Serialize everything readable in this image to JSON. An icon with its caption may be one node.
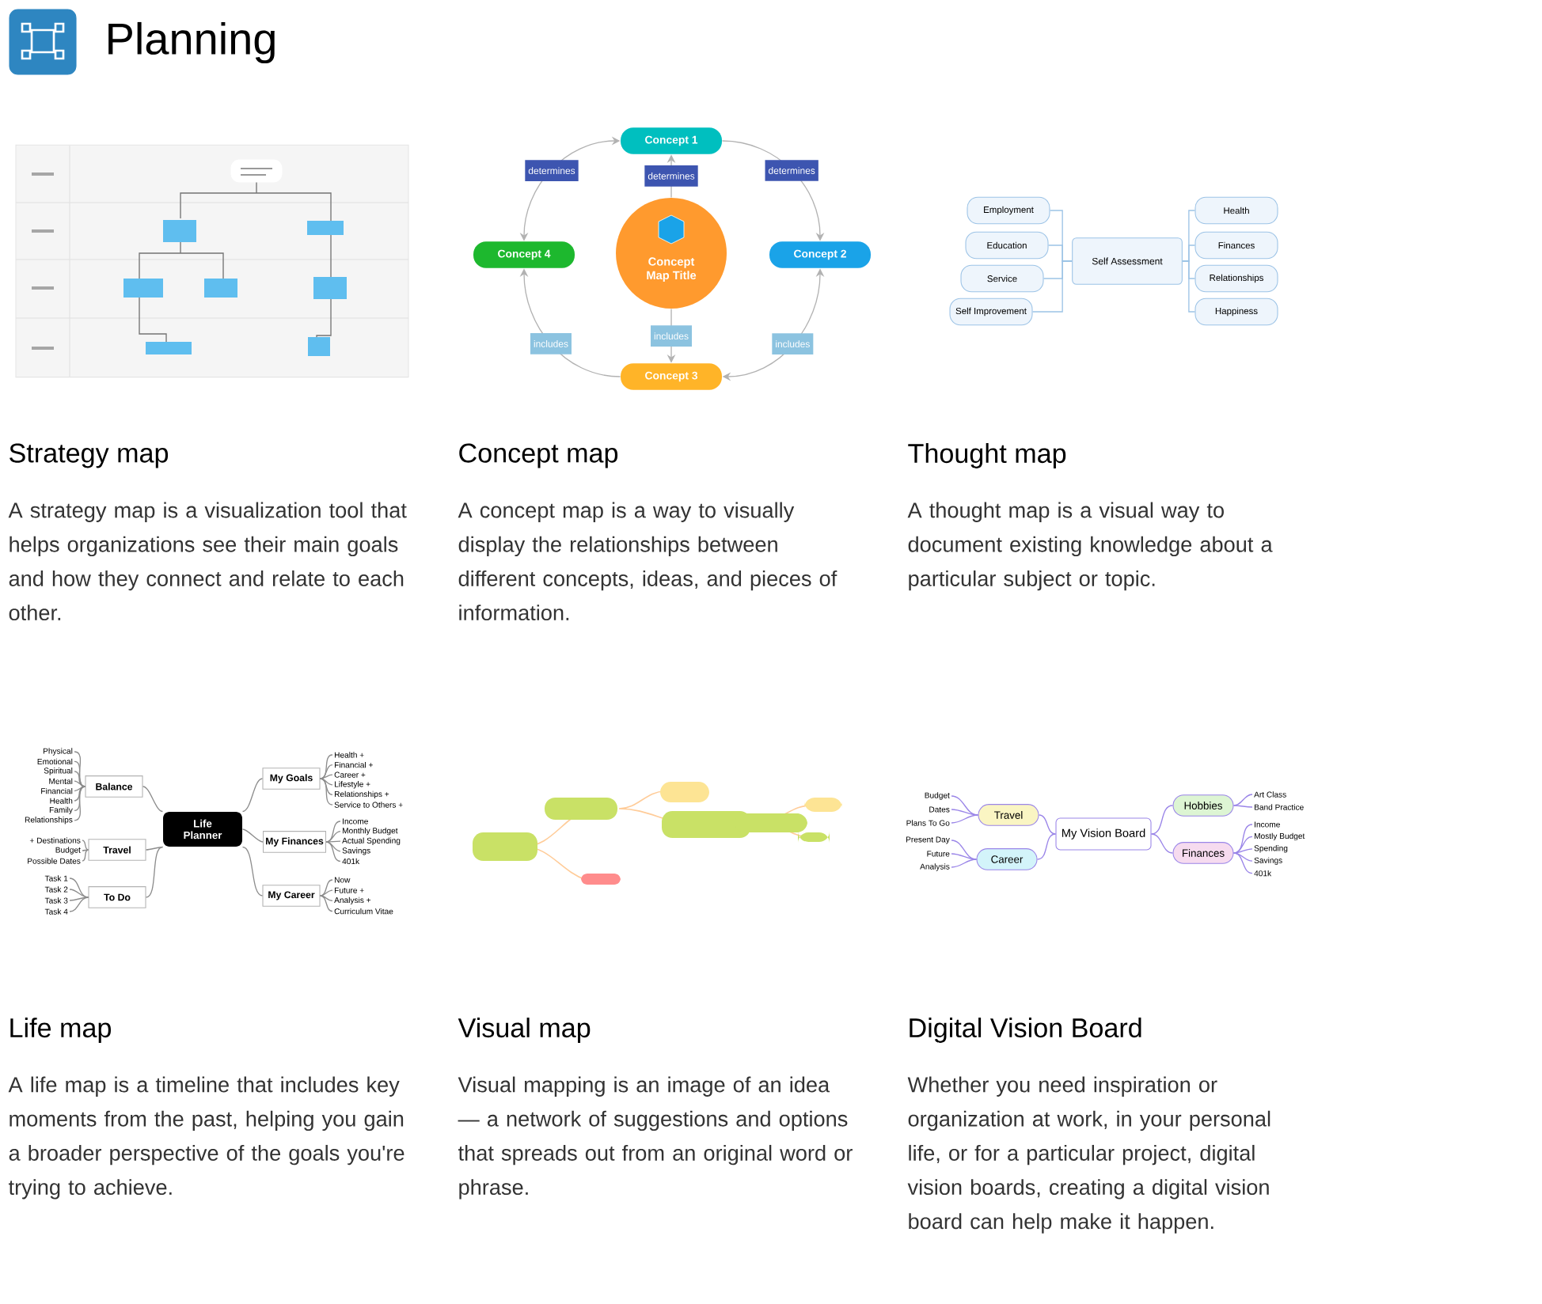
{
  "diagram": {
    "title": "Planning",
    "nodes": [
      {
        "text": [],
        "shape": "picture"
      },
      {
        "text": [
          "Concept 1"
        ]
      },
      {
        "text": [
          "Concept 2"
        ]
      },
      {
        "text": [
          "Concept 3"
        ]
      },
      {
        "text": [
          "Concept 4"
        ]
      },
      {
        "text": [
          "Concept Map Title"
        ]
      },
      {
        "text": [
          "Self Assessment"
        ]
      },
      {
        "text": [
          "Employment"
        ]
      },
      {
        "text": [
          "Education"
        ]
      },
      {
        "text": [
          "Service"
        ]
      },
      {
        "text": [
          "Self Improvement"
        ]
      },
      {
        "text": [
          "Health"
        ]
      },
      {
        "text": [
          "Finances"
        ]
      },
      {
        "text": [
          "Relationships"
        ]
      },
      {
        "text": [
          "Happiness"
        ]
      },
      {
        "text": [
          "Life Planner"
        ]
      },
      {
        "text": [
          "Balance"
        ]
      },
      {
        "text": [
          "Travel"
        ]
      },
      {
        "text": [
          "To Do"
        ]
      },
      {
        "text": [
          "My Goals"
        ]
      },
      {
        "text": [
          "My Finances"
        ]
      },
      {
        "text": [
          "My Career"
        ]
      },
      {
        "text": [
          "Physical"
        ]
      },
      {
        "text": [
          "Emotional"
        ]
      },
      {
        "text": [
          "Spiritual"
        ]
      },
      {
        "text": [
          "Mental"
        ]
      },
      {
        "text": [
          "Financial"
        ]
      },
      {
        "text": [
          "Health"
        ]
      },
      {
        "text": [
          "Family"
        ]
      },
      {
        "text": [
          "Relationships"
        ]
      },
      {
        "text": [
          "+ Destinations"
        ]
      },
      {
        "text": [
          "Budget"
        ]
      },
      {
        "text": [
          "Possible Dates"
        ]
      },
      {
        "text": [
          "Task 1"
        ]
      },
      {
        "text": [
          "Task 2"
        ]
      },
      {
        "text": [
          "Task 3"
        ]
      },
      {
        "text": [
          "Task 4"
        ]
      },
      {
        "text": [
          "Health +"
        ]
      },
      {
        "text": [
          "Financial +"
        ]
      },
      {
        "text": [
          "Career +"
        ]
      },
      {
        "text": [
          "Lifestyle +"
        ]
      },
      {
        "text": [
          "Relationships +"
        ]
      },
      {
        "text": [
          "Service to Others +"
        ]
      },
      {
        "text": [
          "Income"
        ]
      },
      {
        "text": [
          "Monthly Budget"
        ]
      },
      {
        "text": [
          "Actual Spending"
        ]
      },
      {
        "text": [
          "Savings"
        ]
      },
      {
        "text": [
          "401k"
        ]
      },
      {
        "text": [
          "Now"
        ]
      },
      {
        "text": [
          "Future +"
        ]
      },
      {
        "text": [
          "Analysis +"
        ]
      },
      {
        "text": [
          "Curriculum Vitae"
        ]
      },
      {
        "text": [],
        "shape": "picture"
      },
      {
        "text": [
          "My Vision Board"
        ]
      },
      {
        "text": [
          "Travel"
        ]
      },
      {
        "text": [
          "Career"
        ]
      },
      {
        "text": [
          "Hobbies"
        ]
      },
      {
        "text": [
          "Finances"
        ]
      },
      {
        "text": [
          "Budget"
        ]
      },
      {
        "text": [
          "Dates"
        ]
      },
      {
        "text": [
          "Plans To Go"
        ]
      },
      {
        "text": [
          "Present Day"
        ]
      },
      {
        "text": [
          "Future"
        ]
      },
      {
        "text": [
          "Analysis"
        ]
      },
      {
        "text": [
          "Art Class"
        ]
      },
      {
        "text": [
          "Band Practice"
        ]
      },
      {
        "text": [
          "Income"
        ]
      },
      {
        "text": [
          "Mostly Budget"
        ]
      },
      {
        "text": [
          "Spending"
        ]
      },
      {
        "text": [
          "Savings"
        ]
      },
      {
        "text": [
          "401k"
        ]
      }
    ],
    "edges": [
      {
        "from": 1,
        "to": 4,
        "arrow": "both",
        "label": "determines"
      },
      {
        "from": 1,
        "to": 2,
        "arrow": "to",
        "label": "determines"
      },
      {
        "from": 5,
        "to": 1,
        "arrow": "to",
        "label": "determines"
      },
      {
        "from": 2,
        "to": 3,
        "arrow": "both",
        "label": "includes"
      },
      {
        "from": 5,
        "to": 3,
        "arrow": "to",
        "label": "includes"
      },
      {
        "from": 3,
        "to": 4,
        "arrow": "to",
        "label": "includes"
      },
      {
        "from": 6,
        "to": 7,
        "arrow": "none"
      },
      {
        "from": 6,
        "to": 8,
        "arrow": "none"
      },
      {
        "from": 6,
        "to": 9,
        "arrow": "none"
      },
      {
        "from": 6,
        "to": 10,
        "arrow": "none"
      },
      {
        "from": 6,
        "to": 11,
        "arrow": "none"
      },
      {
        "from": 6,
        "to": 12,
        "arrow": "none"
      },
      {
        "from": 6,
        "to": 13,
        "arrow": "none"
      },
      {
        "from": 6,
        "to": 14,
        "arrow": "none"
      },
      {
        "from": 15,
        "to": 16,
        "arrow": "none"
      },
      {
        "from": 15,
        "to": 17,
        "arrow": "none"
      },
      {
        "from": 15,
        "to": 18,
        "arrow": "none"
      },
      {
        "from": 15,
        "to": 19,
        "arrow": "none"
      },
      {
        "from": 15,
        "to": 20,
        "arrow": "none"
      },
      {
        "from": 15,
        "to": 21,
        "arrow": "none"
      },
      {
        "from": 16,
        "to": 22,
        "arrow": "none"
      },
      {
        "from": 16,
        "to": 23,
        "arrow": "none"
      },
      {
        "from": 16,
        "to": 24,
        "arrow": "none"
      },
      {
        "from": 16,
        "to": 25,
        "arrow": "none"
      },
      {
        "from": 16,
        "to": 26,
        "arrow": "none"
      },
      {
        "from": 16,
        "to": 27,
        "arrow": "none"
      },
      {
        "from": 16,
        "to": 28,
        "arrow": "none"
      },
      {
        "from": 16,
        "to": 29,
        "arrow": "none"
      },
      {
        "from": 17,
        "to": 30,
        "arrow": "none"
      },
      {
        "from": 17,
        "to": 31,
        "arrow": "none"
      },
      {
        "from": 17,
        "to": 32,
        "arrow": "none"
      },
      {
        "from": 18,
        "to": 33,
        "arrow": "none"
      },
      {
        "from": 18,
        "to": 34,
        "arrow": "none"
      },
      {
        "from": 18,
        "to": 35,
        "arrow": "none"
      },
      {
        "from": 18,
        "to": 36,
        "arrow": "none"
      },
      {
        "from": 19,
        "to": 37,
        "arrow": "none"
      },
      {
        "from": 19,
        "to": 38,
        "arrow": "none"
      },
      {
        "from": 19,
        "to": 39,
        "arrow": "none"
      },
      {
        "from": 19,
        "to": 40,
        "arrow": "none"
      },
      {
        "from": 19,
        "to": 41,
        "arrow": "none"
      },
      {
        "from": 19,
        "to": 42,
        "arrow": "none"
      },
      {
        "from": 20,
        "to": 43,
        "arrow": "none"
      },
      {
        "from": 20,
        "to": 44,
        "arrow": "none"
      },
      {
        "from": 20,
        "to": 45,
        "arrow": "none"
      },
      {
        "from": 20,
        "to": 46,
        "arrow": "none"
      },
      {
        "from": 20,
        "to": 47,
        "arrow": "none"
      },
      {
        "from": 21,
        "to": 48,
        "arrow": "none"
      },
      {
        "from": 21,
        "to": 49,
        "arrow": "none"
      },
      {
        "from": 21,
        "to": 50,
        "arrow": "none"
      },
      {
        "from": 21,
        "to": 51,
        "arrow": "none"
      },
      {
        "from": 53,
        "to": 54,
        "arrow": "none",
        "color": "#9a85e8"
      },
      {
        "from": 53,
        "to": 55,
        "arrow": "none",
        "color": "#9a85e8"
      },
      {
        "from": 53,
        "to": 56,
        "arrow": "none",
        "color": "#9a85e8"
      },
      {
        "from": 53,
        "to": 57,
        "arrow": "none",
        "color": "#9a85e8"
      },
      {
        "from": 54,
        "to": 58,
        "arrow": "none",
        "color": "#9a85e8"
      },
      {
        "from": 54,
        "to": 59,
        "arrow": "none",
        "color": "#9a85e8"
      },
      {
        "from": 54,
        "to": 60,
        "arrow": "none",
        "color": "#9a85e8"
      },
      {
        "from": 55,
        "to": 61,
        "arrow": "none",
        "color": "#9a85e8"
      },
      {
        "from": 55,
        "to": 62,
        "arrow": "none",
        "color": "#9a85e8"
      },
      {
        "from": 55,
        "to": 63,
        "arrow": "none",
        "color": "#9a85e8"
      },
      {
        "from": 56,
        "to": 64,
        "arrow": "none",
        "color": "#9a85e8"
      },
      {
        "from": 56,
        "to": 65,
        "arrow": "none",
        "color": "#9a85e8"
      },
      {
        "from": 57,
        "to": 66,
        "arrow": "none",
        "color": "#9a85e8"
      },
      {
        "from": 57,
        "to": 67,
        "arrow": "none",
        "color": "#9a85e8"
      },
      {
        "from": 57,
        "to": 68,
        "arrow": "none",
        "color": "#9a85e8"
      },
      {
        "from": 57,
        "to": 69,
        "arrow": "none",
        "color": "#9a85e8"
      },
      {
        "from": 57,
        "to": 70,
        "arrow": "none",
        "color": "#9a85e8"
      }
    ],
    "labels": [
      "Strategy map",
      "A strategy map is a visualization tool that helps organizations see their main goals and how they connect and relate to each other.",
      "Concept map",
      "A concept map is a way to visually display the relationships between different concepts, ideas, and pieces of information.",
      "Thought map",
      "A thought map is a visual way to document existing knowledge about a particular subject or topic.",
      "Life map",
      "A life map is a timeline that includes key moments from the past, helping you gain a broader perspective of the goals you're trying to achieve.",
      "Visual map",
      "Visual mapping is an image of an idea — a network of suggestions and options that spreads out from an original word or phrase.",
      "Digital Vision Board",
      "Whether you need inspiration or organization at work, in your personal life, or for a particular project, digital vision boards, creating a digital vision board can help make it happen."
    ]
  }
}
